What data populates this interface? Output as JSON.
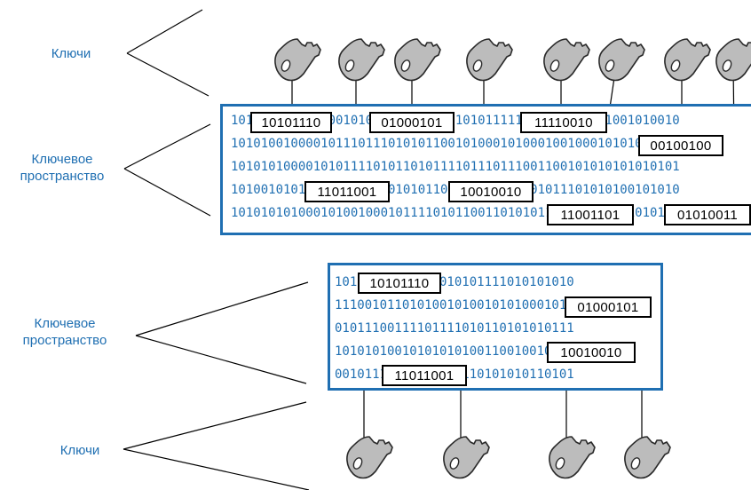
{
  "labels": {
    "keys_top": "Ключи",
    "keyspace_top_line1": "Ключевое",
    "keyspace_top_line2": "пространство",
    "keyspace_bottom_line1": "Ключевое",
    "keyspace_bottom_line2": "пространство",
    "keys_bottom": "Ключи"
  },
  "top_panel": {
    "rows": [
      "101010111000100101010101110101101011111001001110101001010010",
      "101010010000101110111010101100101000101000100100010101010101",
      "101010100001010111101011010111101110111001100101010101010101",
      "101001010101110011001010101100100101010101011101010100101010",
      "101010101000101001000101111010110011010101101010011101010101"
    ],
    "codes": [
      "10101110",
      "01000101",
      "11110010",
      "00100100",
      "11011001",
      "10010010",
      "11001101",
      "01010011"
    ]
  },
  "bottom_panel": {
    "rows": [
      "10101011100100010101111010101010",
      "11100101101010010100101010001011",
      "01011100111101111010110101010111",
      "10101010010101010100110010010010",
      "00101110110010101110101010110101"
    ],
    "codes": [
      "10101110",
      "01000101",
      "10010010",
      "11011001"
    ]
  },
  "colors": {
    "accent": "#1f6fb2",
    "key_fill": "#bcbcbc",
    "key_stroke": "#2a2a2a",
    "line": "#000000"
  },
  "icons": {
    "key": "key-icon"
  }
}
